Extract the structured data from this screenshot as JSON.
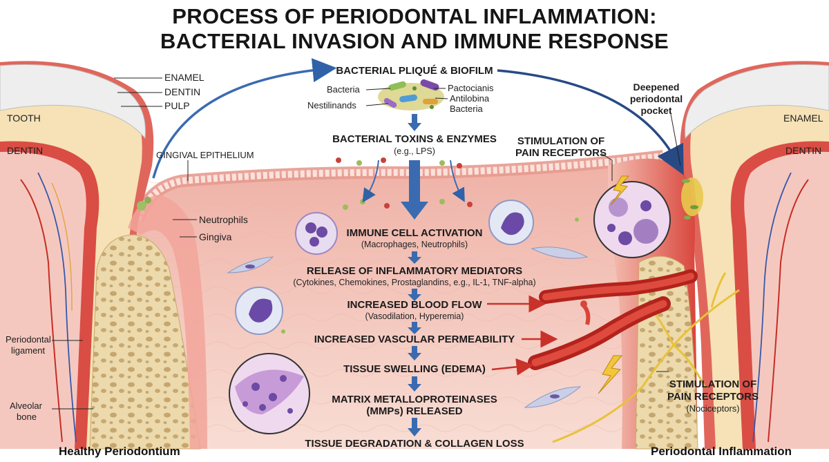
{
  "title": {
    "line1": "PROCESS OF PERIODONTAL INFLAMMATION:",
    "line2": "BACTERIAL INVASION AND IMMUNE RESPONSE"
  },
  "left_labels": {
    "enamel": "ENAMEL",
    "dentin_top": "DENTIN",
    "pulp": "PULP",
    "tooth": "TOOTH",
    "dentin": "DENTIN",
    "gingival_epithelium": "GINGIVAL EPITHELIUM",
    "neutrophils": "Neutrophils",
    "gingiva": "Gingiva",
    "periodontal_ligament_1": "Periodontal",
    "periodontal_ligament_2": "ligament",
    "alveolar_bone_1": "Alveolar",
    "alveolar_bone_2": "bone",
    "caption": "Healthy Periodontium"
  },
  "right_labels": {
    "pocket_1": "Deepened",
    "pocket_2": "periodontal",
    "pocket_3": "pocket",
    "enamel": "ENAMEL",
    "dentin": "DENTIN",
    "pain_top_1": "STIMULATION OF",
    "pain_top_2": "PAIN RECEPTORS",
    "pain_bottom_1": "STIMULATION OF",
    "pain_bottom_2": "PAIN RECEPTORS",
    "pain_bottom_3": "(Nociceptors)",
    "caption": "Periodontal Inflammation"
  },
  "biofilm": {
    "heading": "BACTERIAL PLIQUÉ & BIOFILM",
    "left_1": "Bacteria",
    "left_2": "Nestilinands",
    "right_1": "Pactocianis",
    "right_2": "Antilobina",
    "right_3": "Bacteria"
  },
  "flow": {
    "toxins": "BACTERIAL TOXINS & ENZYMES",
    "toxins_sub": "(e.g., LPS)",
    "activation": "IMMUNE CELL ACTIVATION",
    "activation_sub": "(Macrophages, Neutrophils)",
    "mediators": "RELEASE OF INFLAMMATORY MEDIATORS",
    "mediators_sub": "(Cytokines, Chemokines, Prostaglandins, e.g., IL-1, TNF-alpha)",
    "bloodflow": "INCREASED BLOOD FLOW",
    "bloodflow_sub": "(Vasodilation, Hyperemia)",
    "permeability": "INCREASED VASCULAR PERMEABILITY",
    "swelling": "TISSUE SWELLING (EDEMA)",
    "mmp_1": "MATRIX METALLOPROTEINASES",
    "mmp_2": "(MMPs) RELEASED",
    "degradation": "TISSUE DEGRADATION & COLLAGEN LOSS"
  },
  "colors": {
    "gum": "#f2b7ae",
    "gum_light": "#f9ddd5",
    "inflamed": "#d9453a",
    "dentin": "#f6e2b6",
    "enamel": "#eeeeee",
    "bone": "#e8d3a2",
    "arrow_blue": "#3a6bb0",
    "vessel_red": "#c22c22"
  }
}
